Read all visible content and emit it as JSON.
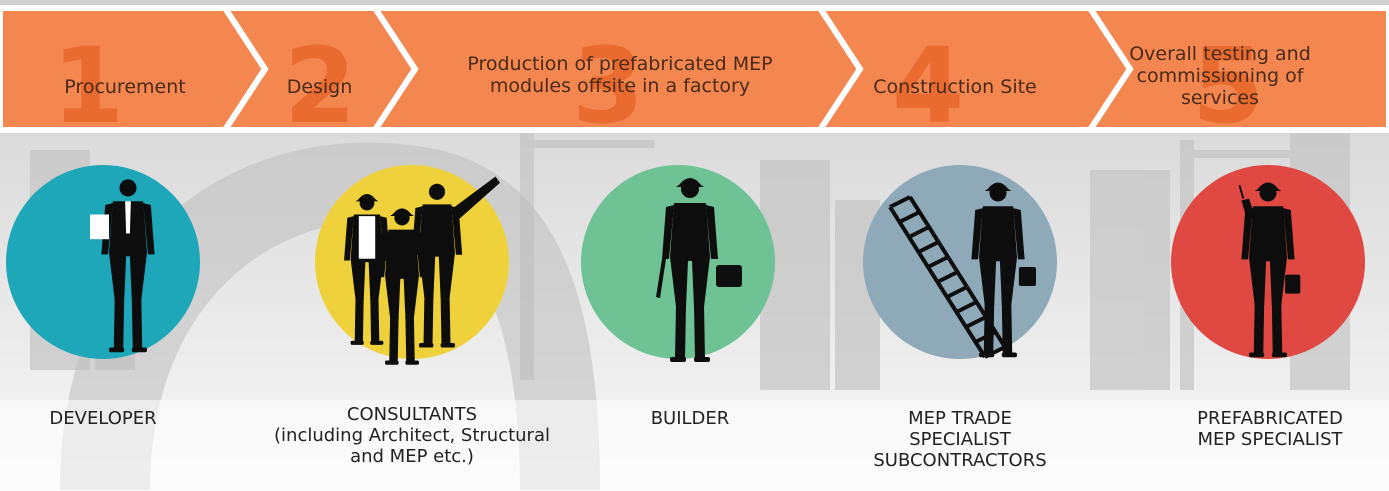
{
  "colors": {
    "chevron": "#f4874f",
    "chevron_number": "#e8682c",
    "developer_circle": "#1ea6b9",
    "consultants_circle": "#efd23b",
    "builder_circle": "#6fc294",
    "mep_trade_circle": "#8ea9b8",
    "prefab_circle": "#e04842",
    "silhouette": "#0d0d0d",
    "background": "#d9d9d9"
  },
  "stages": [
    {
      "number": "1",
      "label": "Procurement"
    },
    {
      "number": "2",
      "label": "Design"
    },
    {
      "number": "3",
      "label": "Production of prefabricated MEP modules offsite in a factory"
    },
    {
      "number": "4",
      "label": "Construction Site"
    },
    {
      "number": "5",
      "label": "Overall testing and commissioning of services"
    }
  ],
  "roles": [
    {
      "icon": "businessman-icon",
      "lines": [
        "DEVELOPER"
      ]
    },
    {
      "icon": "consultants-group-icon",
      "lines": [
        "CONSULTANTS",
        "(including Architect, Structural",
        "and MEP etc.)"
      ]
    },
    {
      "icon": "builder-icon",
      "lines": [
        "BUILDER"
      ]
    },
    {
      "icon": "ladder-worker-icon",
      "lines": [
        "MEP TRADE",
        "SPECIALIST",
        "SUBCONTRACTORS"
      ]
    },
    {
      "icon": "drill-worker-icon",
      "lines": [
        "PREFABRICATED",
        "MEP SPECIALIST"
      ]
    }
  ]
}
